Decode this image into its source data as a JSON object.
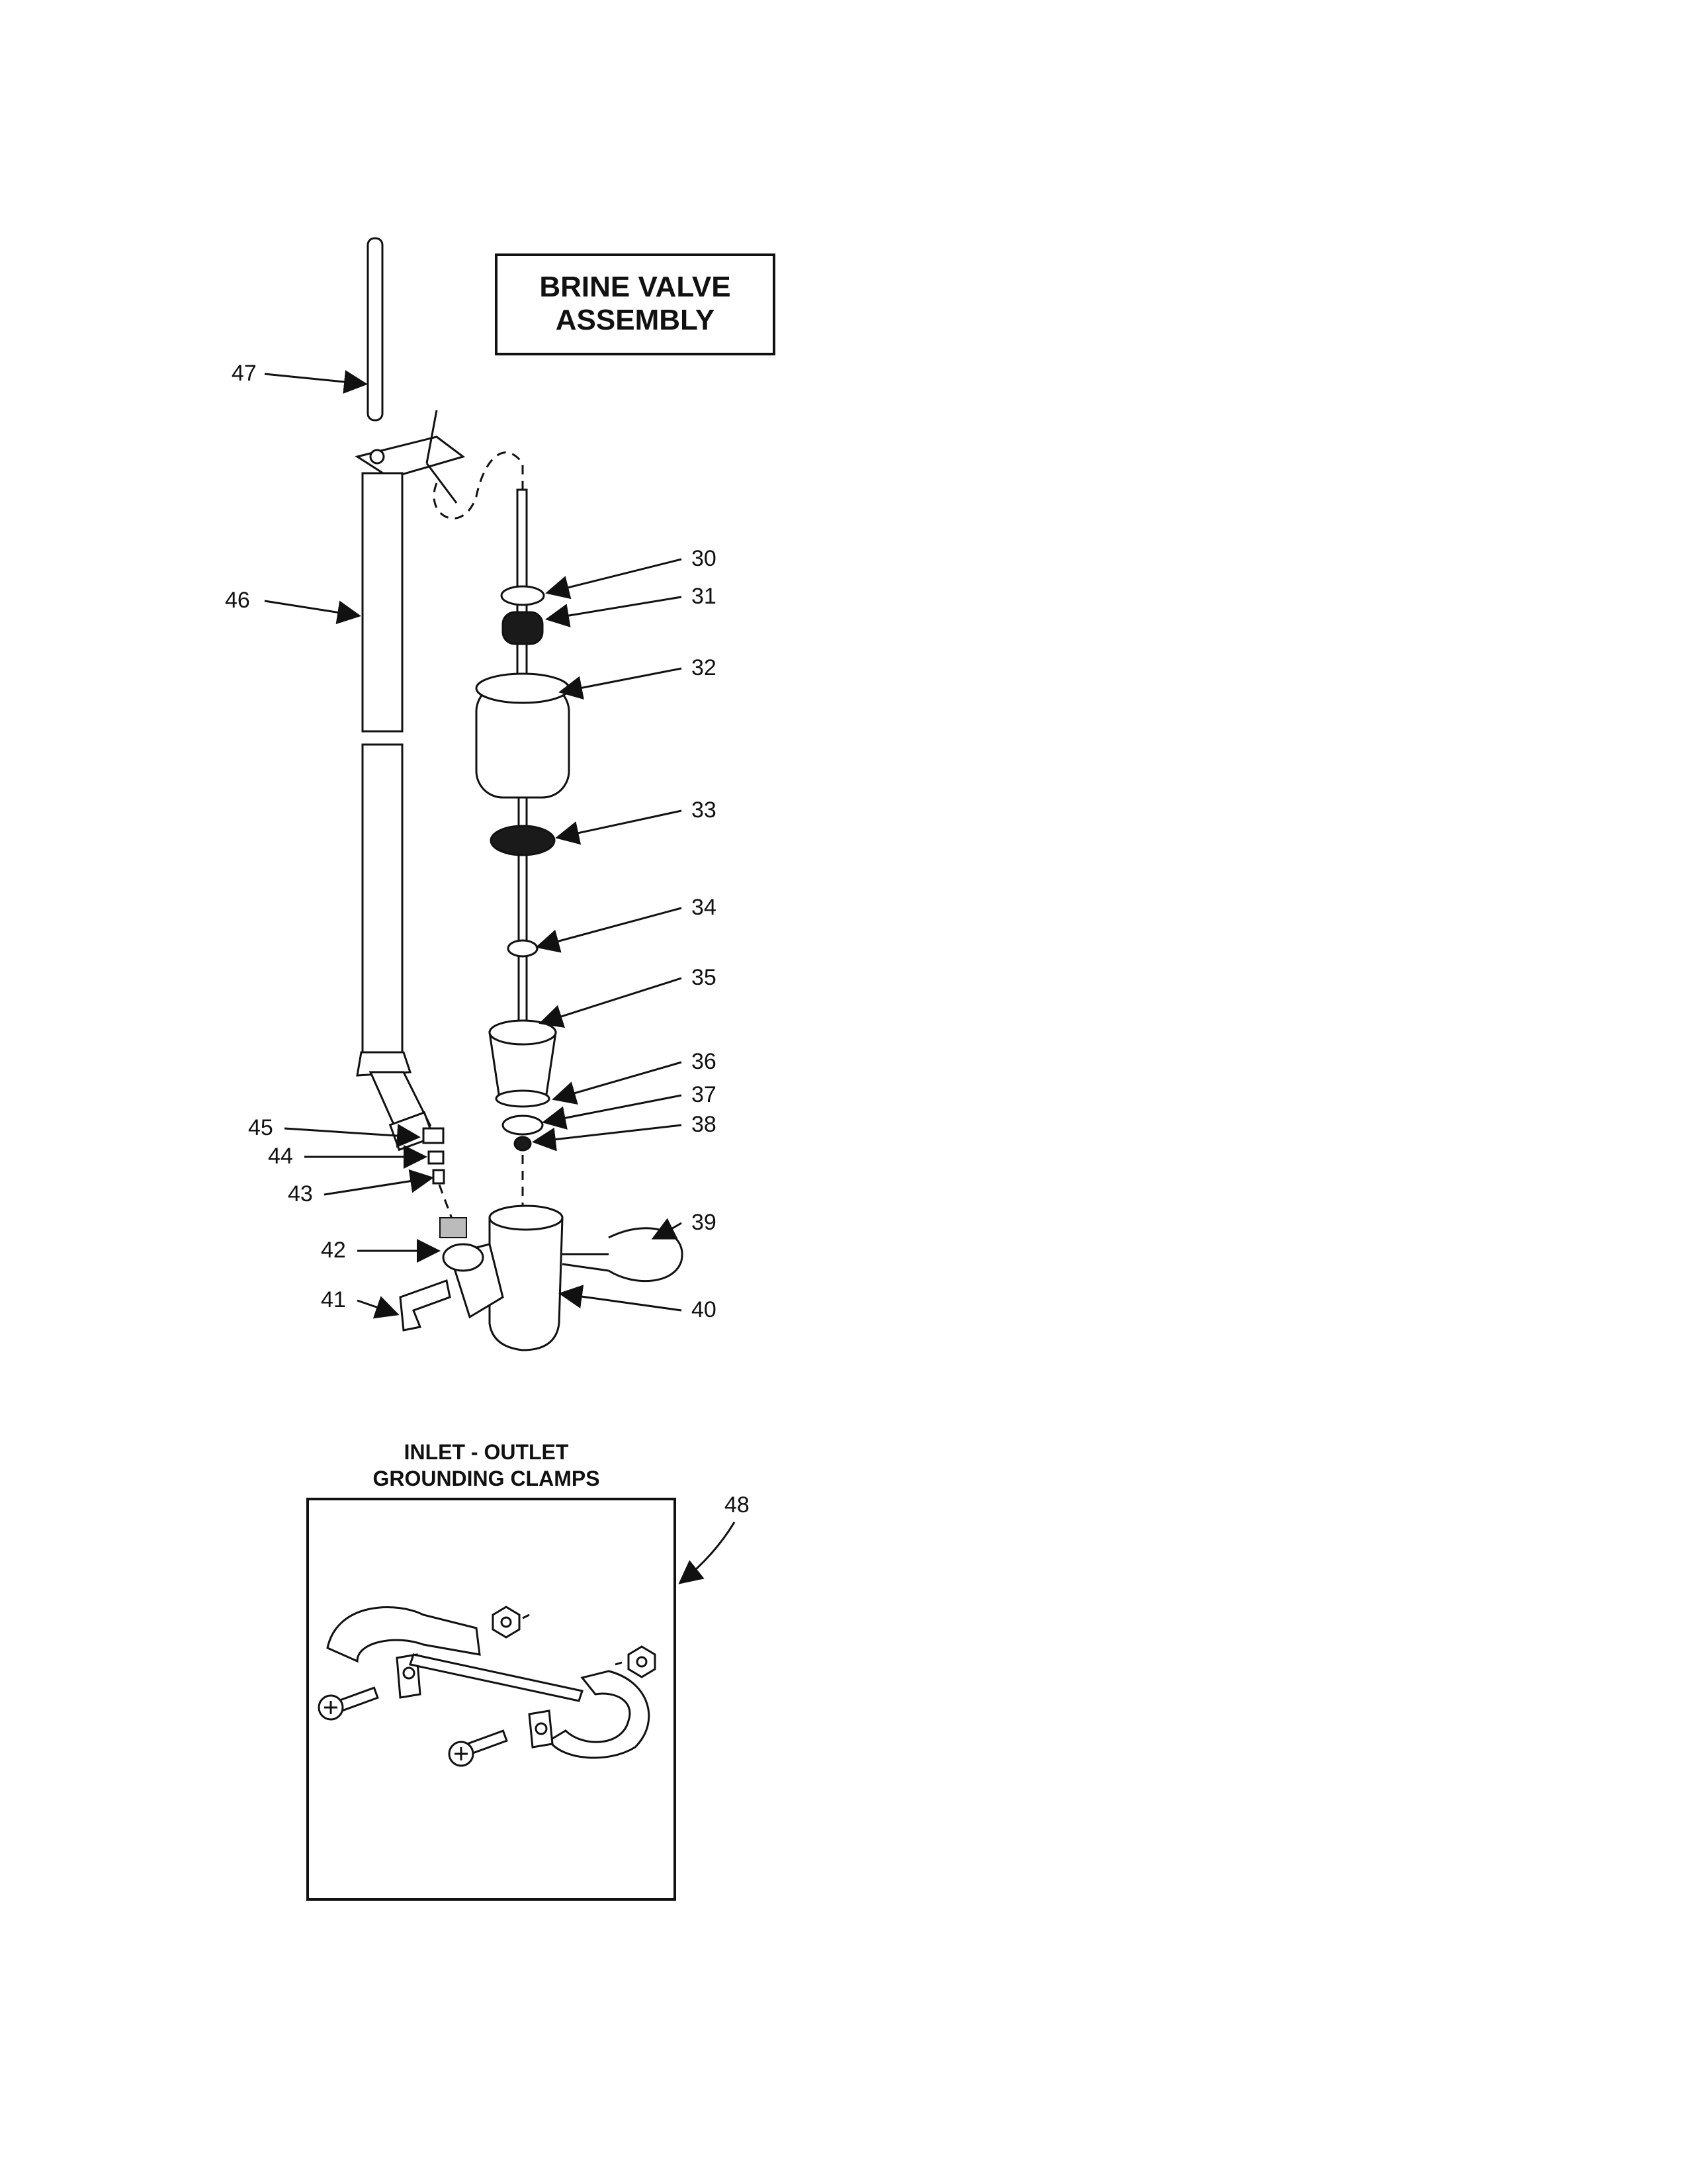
{
  "title_box": {
    "line1": "BRINE VALVE",
    "line2": "ASSEMBLY"
  },
  "inset": {
    "title_line1": "INLET - OUTLET",
    "title_line2": "GROUNDING CLAMPS",
    "callout": "48"
  },
  "callouts": [
    "30",
    "31",
    "32",
    "33",
    "34",
    "35",
    "36",
    "37",
    "38",
    "39",
    "40",
    "41",
    "42",
    "43",
    "44",
    "45",
    "46",
    "47"
  ]
}
